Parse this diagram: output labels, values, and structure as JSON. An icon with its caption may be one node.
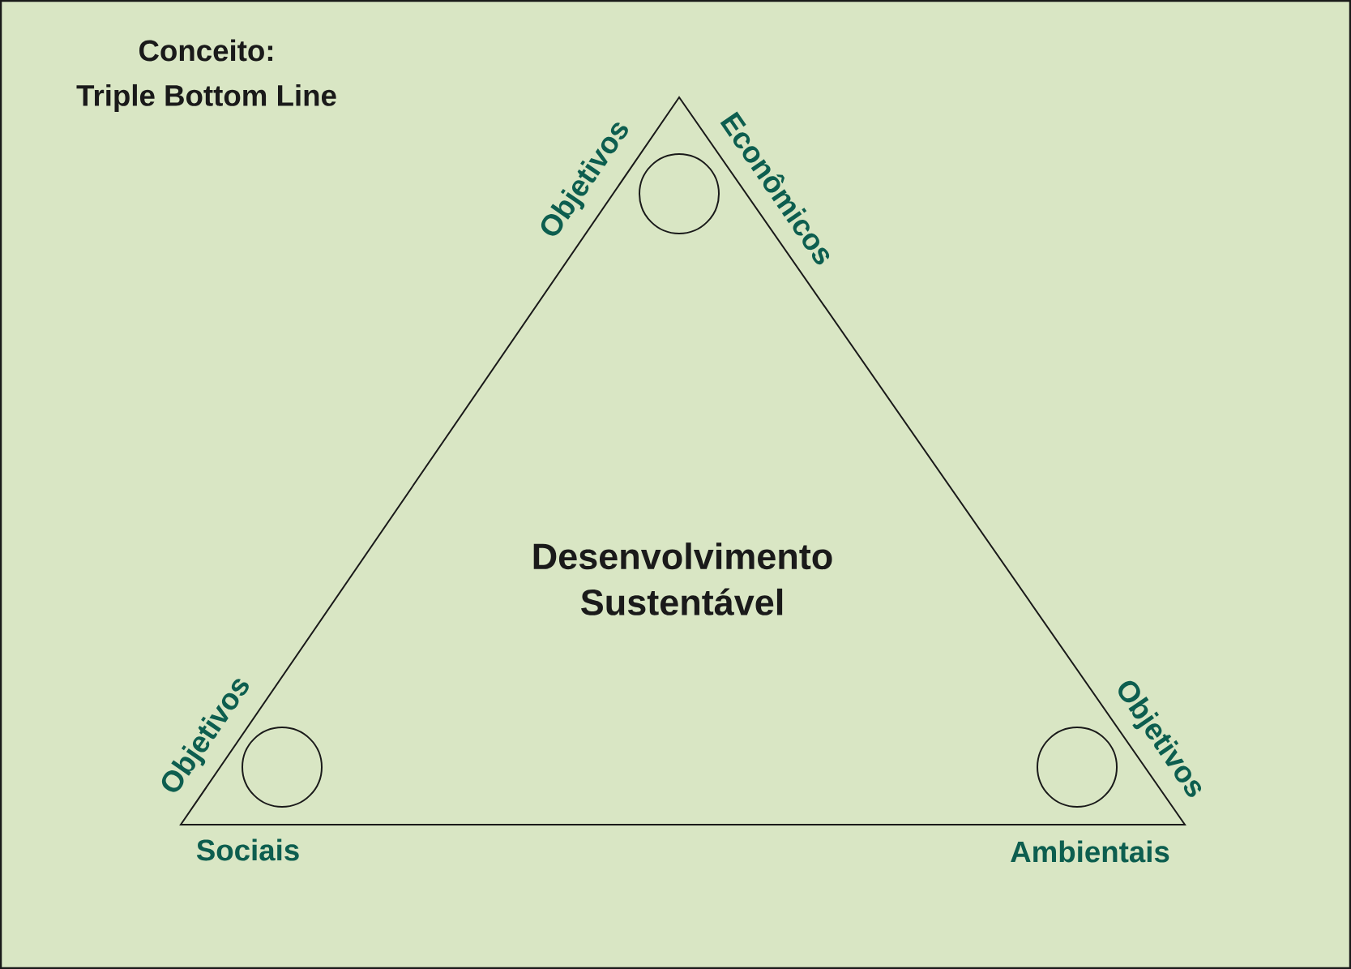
{
  "diagram": {
    "nodes": [
      {
        "text": [
          "Desenvolvimento Sustentável"
        ]
      },
      {
        "text": [],
        "shape": "circle",
        "in": 0,
        "beside": [
          "Objetivos",
          "Econômicos"
        ]
      },
      {
        "text": [],
        "shape": "circle",
        "in": 0,
        "beside": [
          "Objetivos",
          "Sociais"
        ]
      },
      {
        "text": [],
        "shape": "circle",
        "in": 0,
        "beside": [
          "Objetivos",
          "Ambientais"
        ]
      }
    ],
    "labels": [
      "Conceito:",
      "Triple Bottom Line"
    ]
  }
}
